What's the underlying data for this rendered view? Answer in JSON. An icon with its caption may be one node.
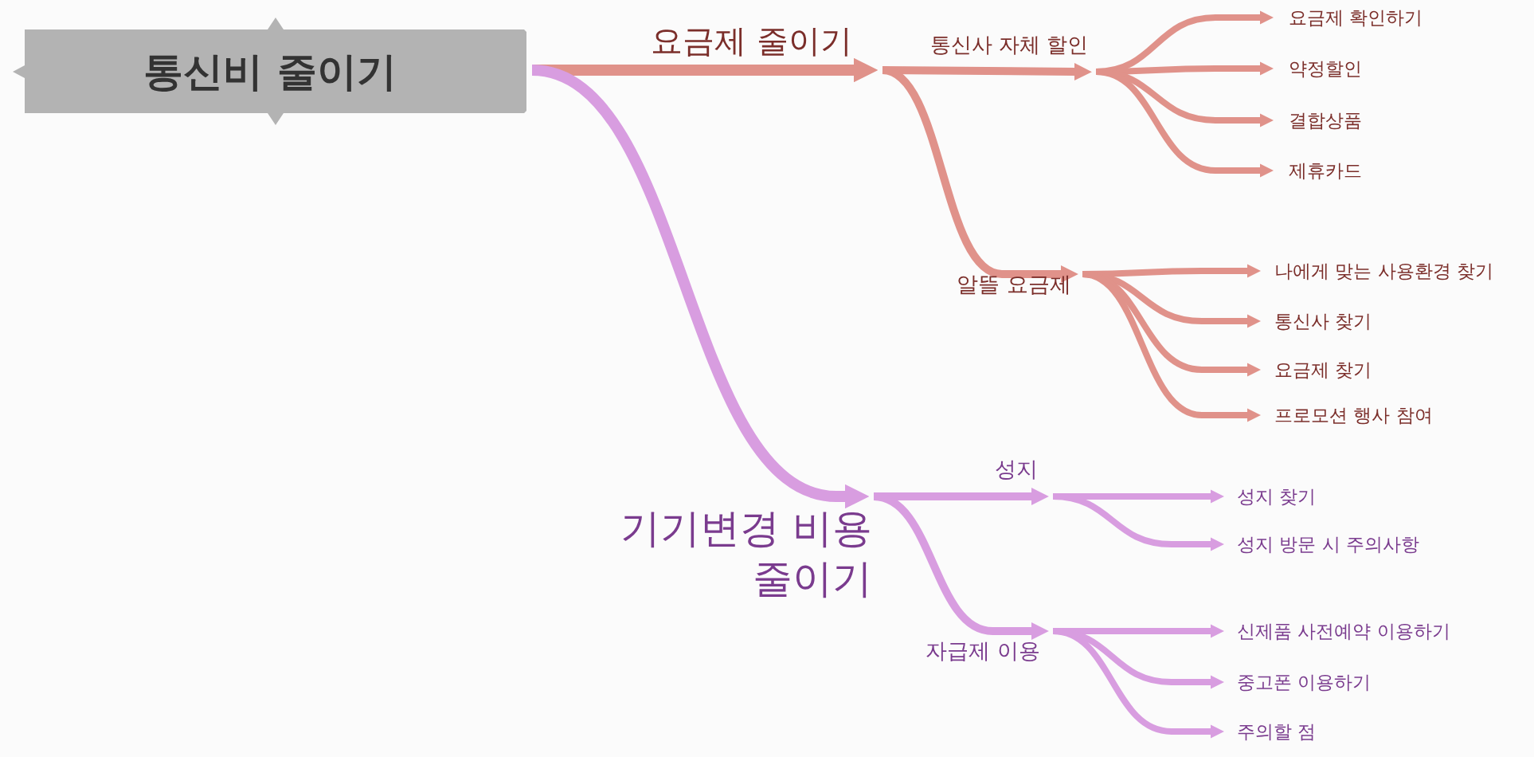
{
  "diagram": {
    "nodes": [
      {
        "text": [
          "통신비 줄이기"
        ]
      },
      {
        "text": [
          "요금제 줄이기"
        ]
      },
      {
        "text": [
          "통신사 자체 할인"
        ]
      },
      {
        "text": [
          "요금제 확인하기"
        ]
      },
      {
        "text": [
          "약정할인"
        ]
      },
      {
        "text": [
          "결합상품"
        ]
      },
      {
        "text": [
          "제휴카드"
        ]
      },
      {
        "text": [
          "알뜰 요금제"
        ]
      },
      {
        "text": [
          "나에게 맞는 사용환경 찾기"
        ]
      },
      {
        "text": [
          "통신사 찾기"
        ]
      },
      {
        "text": [
          "요금제 찾기"
        ]
      },
      {
        "text": [
          "프로모션 행사 참여"
        ]
      },
      {
        "text": [
          "기기변경 비용 줄이기"
        ]
      },
      {
        "text": [
          "성지"
        ]
      },
      {
        "text": [
          "성지 찾기"
        ]
      },
      {
        "text": [
          "성지 방문 시 주의사항"
        ]
      },
      {
        "text": [
          "자급제 이용"
        ]
      },
      {
        "text": [
          "신제품 사전예약 이용하기"
        ]
      },
      {
        "text": [
          "중고폰 이용하기"
        ]
      },
      {
        "text": [
          "주의할 점"
        ]
      }
    ],
    "edges": [
      {
        "from": 0,
        "to": 1,
        "arrow": "to"
      },
      {
        "from": 1,
        "to": 2,
        "arrow": "to"
      },
      {
        "from": 2,
        "to": 3,
        "arrow": "to"
      },
      {
        "from": 2,
        "to": 4,
        "arrow": "to"
      },
      {
        "from": 2,
        "to": 5,
        "arrow": "to"
      },
      {
        "from": 2,
        "to": 6,
        "arrow": "to"
      },
      {
        "from": 1,
        "to": 7,
        "arrow": "to"
      },
      {
        "from": 7,
        "to": 8,
        "arrow": "to"
      },
      {
        "from": 7,
        "to": 9,
        "arrow": "to"
      },
      {
        "from": 7,
        "to": 10,
        "arrow": "to"
      },
      {
        "from": 7,
        "to": 11,
        "arrow": "to"
      },
      {
        "from": 0,
        "to": 12,
        "arrow": "to",
        "color": "#d89de0"
      },
      {
        "from": 12,
        "to": 13,
        "arrow": "to",
        "color": "#d89de0"
      },
      {
        "from": 13,
        "to": 14,
        "arrow": "to",
        "color": "#d89de0"
      },
      {
        "from": 13,
        "to": 15,
        "arrow": "to",
        "color": "#d89de0"
      },
      {
        "from": 12,
        "to": 16,
        "arrow": "to",
        "color": "#d89de0"
      },
      {
        "from": 16,
        "to": 17,
        "arrow": "to",
        "color": "#d89de0"
      },
      {
        "from": 16,
        "to": 18,
        "arrow": "to",
        "color": "#d89de0"
      },
      {
        "from": 16,
        "to": 19,
        "arrow": "to",
        "color": "#d89de0"
      }
    ]
  }
}
